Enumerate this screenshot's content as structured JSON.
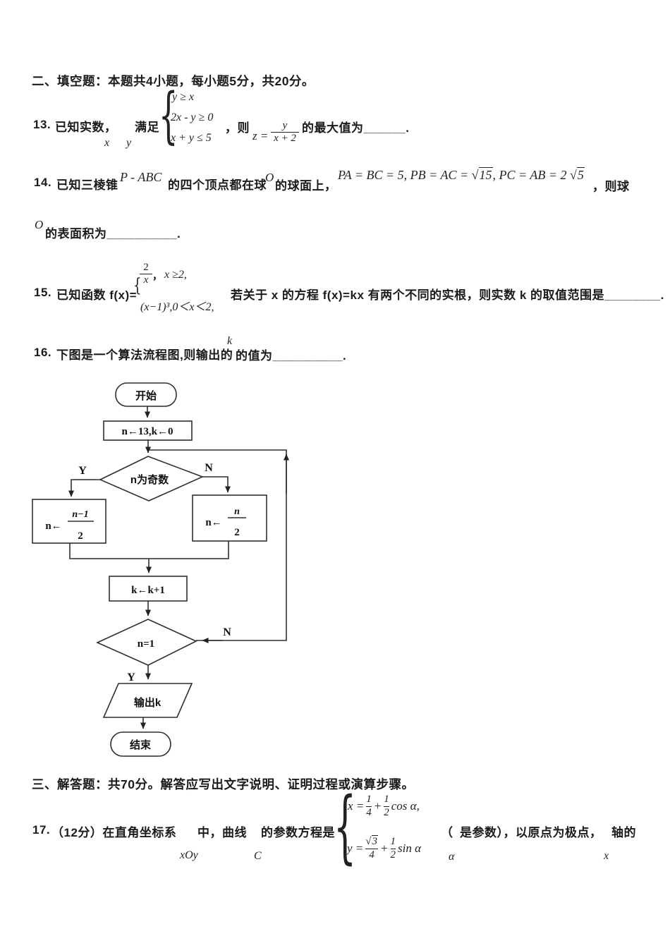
{
  "colors": {
    "ink": "#1b1b1b",
    "paper": "#ffffff",
    "line": "#2f2f2f"
  },
  "section_fill_in": {
    "heading": "二、填空题：本题共4小题，每小题5分，共20分。",
    "q13": {
      "number": "13.",
      "lead": "已知实数",
      "comma": "，",
      "var_x": "x",
      "var_y": "y",
      "satisfy": "满足",
      "constraints": [
        "y ≥ x",
        "2x - y ≥ 0",
        "x + y ≤ 5"
      ],
      "then": "，则",
      "z_lhs": "z =",
      "z_num": "y",
      "z_den": "x + 2",
      "tail": "的最大值为______."
    },
    "q14": {
      "number": "14.",
      "lead": "已知三棱锥",
      "tetra": "P - ABC",
      "mid1": "的四个顶点都在球",
      "sphere": "O",
      "mid2": "的球面上，",
      "eq_a": "PA = BC = 5, PB = AC =",
      "sqrt_a": "15",
      "eq_b": ", PC = AB = 2",
      "sqrt_b": "5",
      "tail1": "，则球",
      "sphere2": "O",
      "tail2": "的表面积为__________."
    },
    "q15": {
      "number": "15.",
      "lead": "已知函数 f(x)=",
      "brace": "{",
      "case1_num": "2",
      "case1_den": "x",
      "case1_comma": "，",
      "case1_cond": "x ≥2,",
      "case2": "(x−1)³,0＜x＜2,",
      "tail": "若关于 x 的方程 f(x)=kx 有两个不同的实根，则实数 k 的取值范围是________."
    },
    "q16": {
      "number": "16.",
      "lead": "下图是一个算法流程图,则输出的",
      "k": "k",
      "tail": "的值为__________."
    }
  },
  "flowchart": {
    "start": "开始",
    "init": "n←13,k←0",
    "cond_odd": "n为奇数",
    "label_yes": "Y",
    "label_no": "N",
    "box_odd_prefix": "n←",
    "box_odd_num": "n−1",
    "box_odd_den": "2",
    "box_even_prefix": "n←",
    "box_even_num": "n",
    "box_even_den": "2",
    "increment": "k←k+1",
    "cond_end": "n=1",
    "label_no2": "N",
    "label_yes2": "Y",
    "output": "输出k",
    "end": "结束"
  },
  "section_answer": {
    "heading": "三、解答题：共70分。解答应写出文字说明、证明过程或演算步骤。",
    "q17": {
      "number": "17.",
      "lead": "（12分）在直角坐标系",
      "xoy": "xOy",
      "mid1": "中，曲线",
      "curve": "C",
      "mid2": "的参数方程是",
      "brace": "{",
      "eq1_lhs": "x =",
      "eq1_f1n": "1",
      "eq1_f1d": "4",
      "plus1": "+",
      "eq1_f2n": "1",
      "eq1_f2d": "2",
      "eq1_trig": "cos α,",
      "eq2_lhs": "y =",
      "eq2_sqrt": "3",
      "eq2_f1d": "4",
      "plus2": "+",
      "eq2_f2n": "1",
      "eq2_f2d": "2",
      "eq2_trig": "sin α",
      "paren_open": "（",
      "param_note": "是参数），以原点为极点，",
      "alpha": "α",
      "axis": "轴的",
      "axis_x": "x"
    }
  }
}
